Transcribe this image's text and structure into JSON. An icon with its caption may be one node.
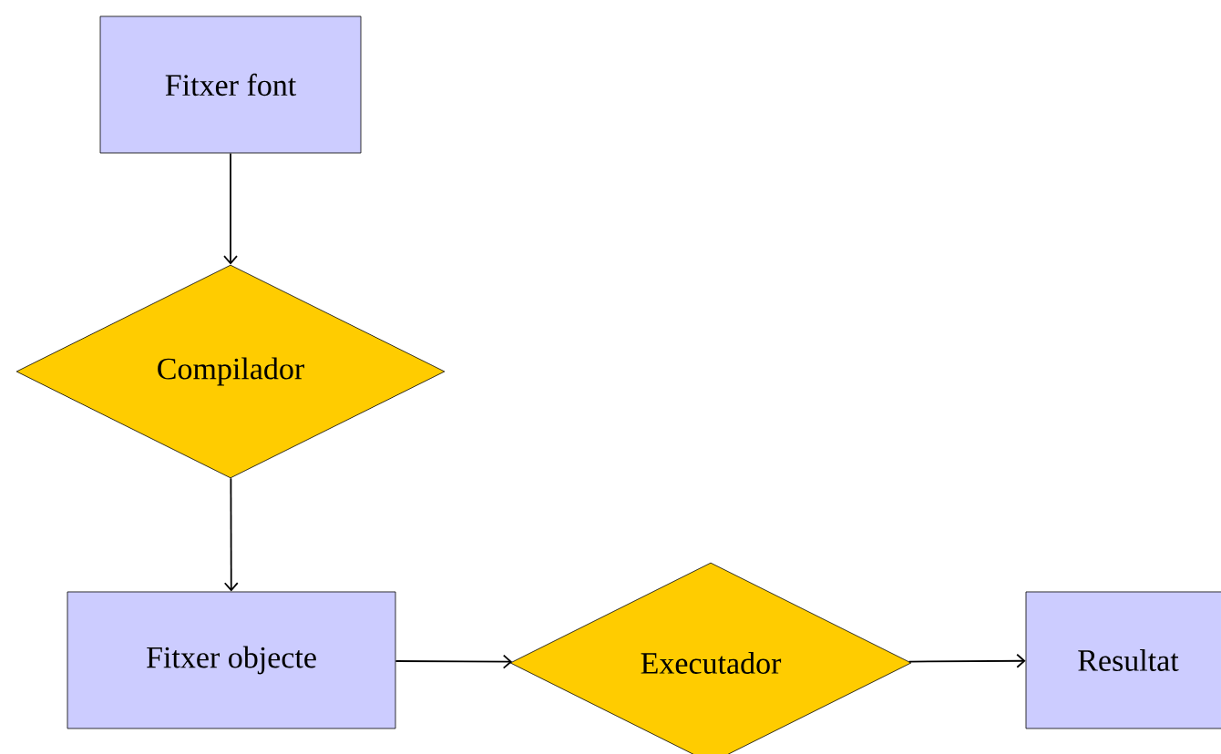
{
  "diagram": {
    "nodes": [
      {
        "text": [
          "Fitxer font"
        ]
      },
      {
        "text": [
          "Compilador"
        ]
      },
      {
        "text": [
          "Fitxer objecte"
        ]
      },
      {
        "text": [
          "Executador"
        ]
      },
      {
        "text": [
          "Resultat"
        ]
      }
    ],
    "edges": [
      {
        "from": 0,
        "to": 1,
        "arrow": "to"
      },
      {
        "from": 1,
        "to": 2,
        "arrow": "to"
      },
      {
        "from": 2,
        "to": 3,
        "arrow": "to"
      },
      {
        "from": 3,
        "to": 4,
        "arrow": "to"
      }
    ]
  }
}
